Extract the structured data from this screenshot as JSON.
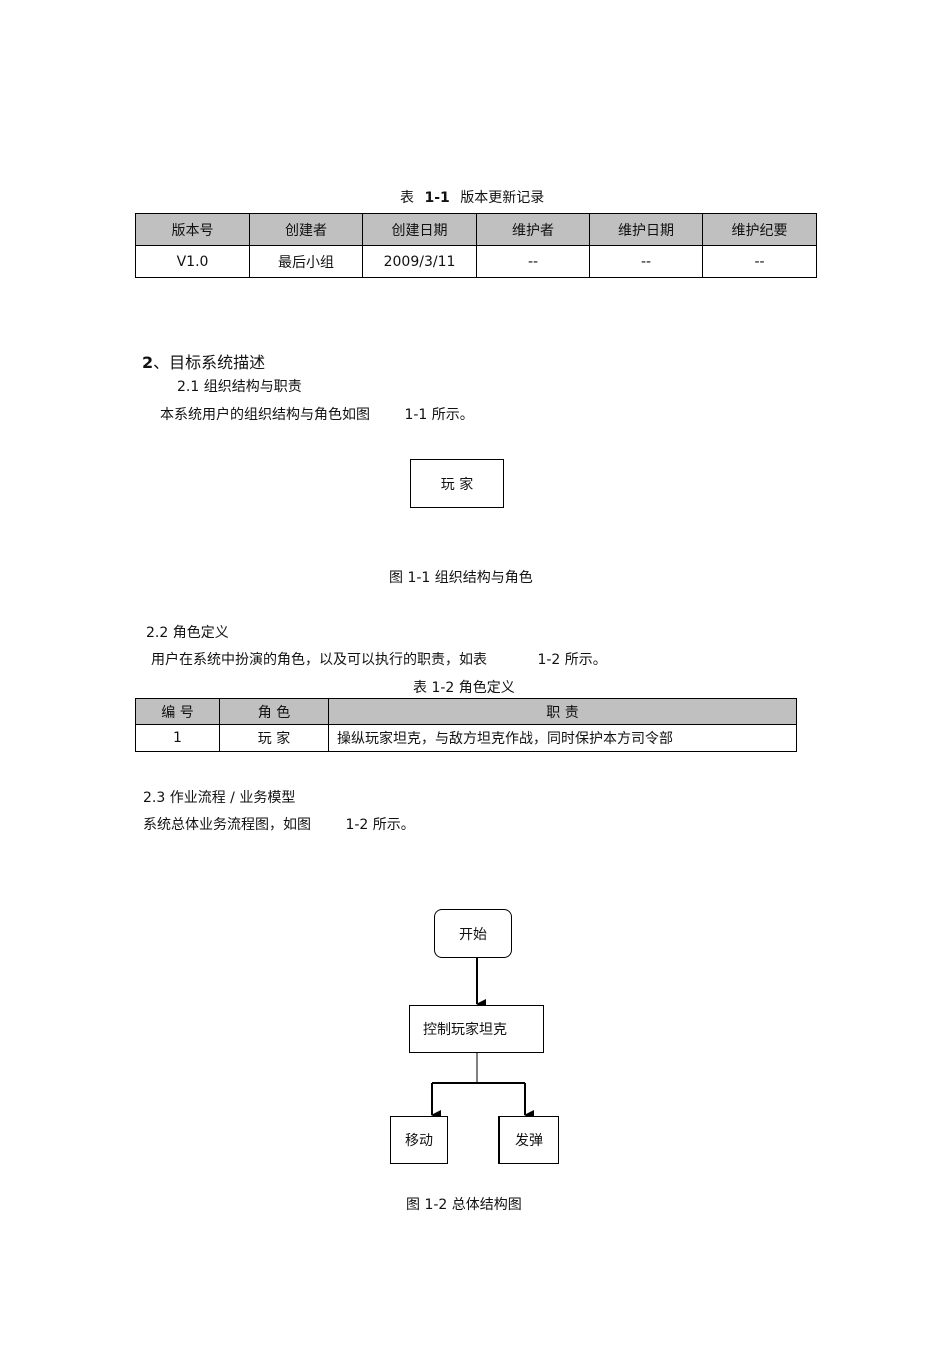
{
  "table1": {
    "caption_prefix": "表",
    "caption_num": "1-1",
    "caption_text": "版本更新记录",
    "headers": [
      "版本号",
      "创建者",
      "创建日期",
      "维护者",
      "维护日期",
      "维护纪要"
    ],
    "row": [
      "V1.0",
      "最后小组",
      "2009/3/11",
      "--",
      "--",
      "--"
    ]
  },
  "section2": {
    "num": "2",
    "title": "、目标系统描述"
  },
  "section21": {
    "heading": "2.1  组织结构与职责",
    "text_a": "本系统用户的组织结构与角色如图",
    "text_b": "1-1  所示。"
  },
  "figure1": {
    "box_label": "玩   家",
    "caption": "图  1-1   组织结构与角色"
  },
  "section22": {
    "heading": "2.2    角色定义",
    "text_a": "用户在系统中扮演的角色，以及可以执行的职责，如表",
    "text_b": "1-2  所示。"
  },
  "table2": {
    "caption": "表  1-2    角色定义",
    "headers": [
      "编    号",
      "角    色",
      "职      责"
    ],
    "row": [
      "1",
      "玩   家",
      "操纵玩家坦克，与敌方坦克作战，同时保护本方司令部"
    ]
  },
  "section23": {
    "heading": "2.3  作业流程  / 业务模型",
    "text_a": "系统总体业务流程图，如图",
    "text_b": "1-2  所示。"
  },
  "flowchart": {
    "start": "开始",
    "control": "控制玩家坦克",
    "move": "移动",
    "fire": "发弹",
    "caption": "图  1-2   总体结构图"
  }
}
